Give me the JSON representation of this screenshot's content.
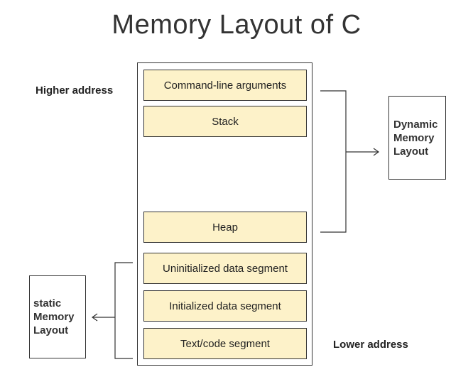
{
  "title": "Memory Layout of C",
  "labels": {
    "higher_address": "Higher address",
    "lower_address": "Lower address"
  },
  "segments": [
    {
      "label": "Command-line arguments"
    },
    {
      "label": "Stack"
    },
    {
      "label": "Heap"
    },
    {
      "label": "Uninitialized data segment"
    },
    {
      "label": "Initialized data segment"
    },
    {
      "label": "Text/code segment"
    }
  ],
  "dynamic_box": {
    "lines": [
      "Dynamic",
      "Memory",
      "Layout"
    ]
  },
  "static_box": {
    "lines": [
      "static",
      "Memory",
      "Layout"
    ]
  },
  "colors": {
    "segment_fill": "#fdf2c9",
    "border": "#333333"
  }
}
